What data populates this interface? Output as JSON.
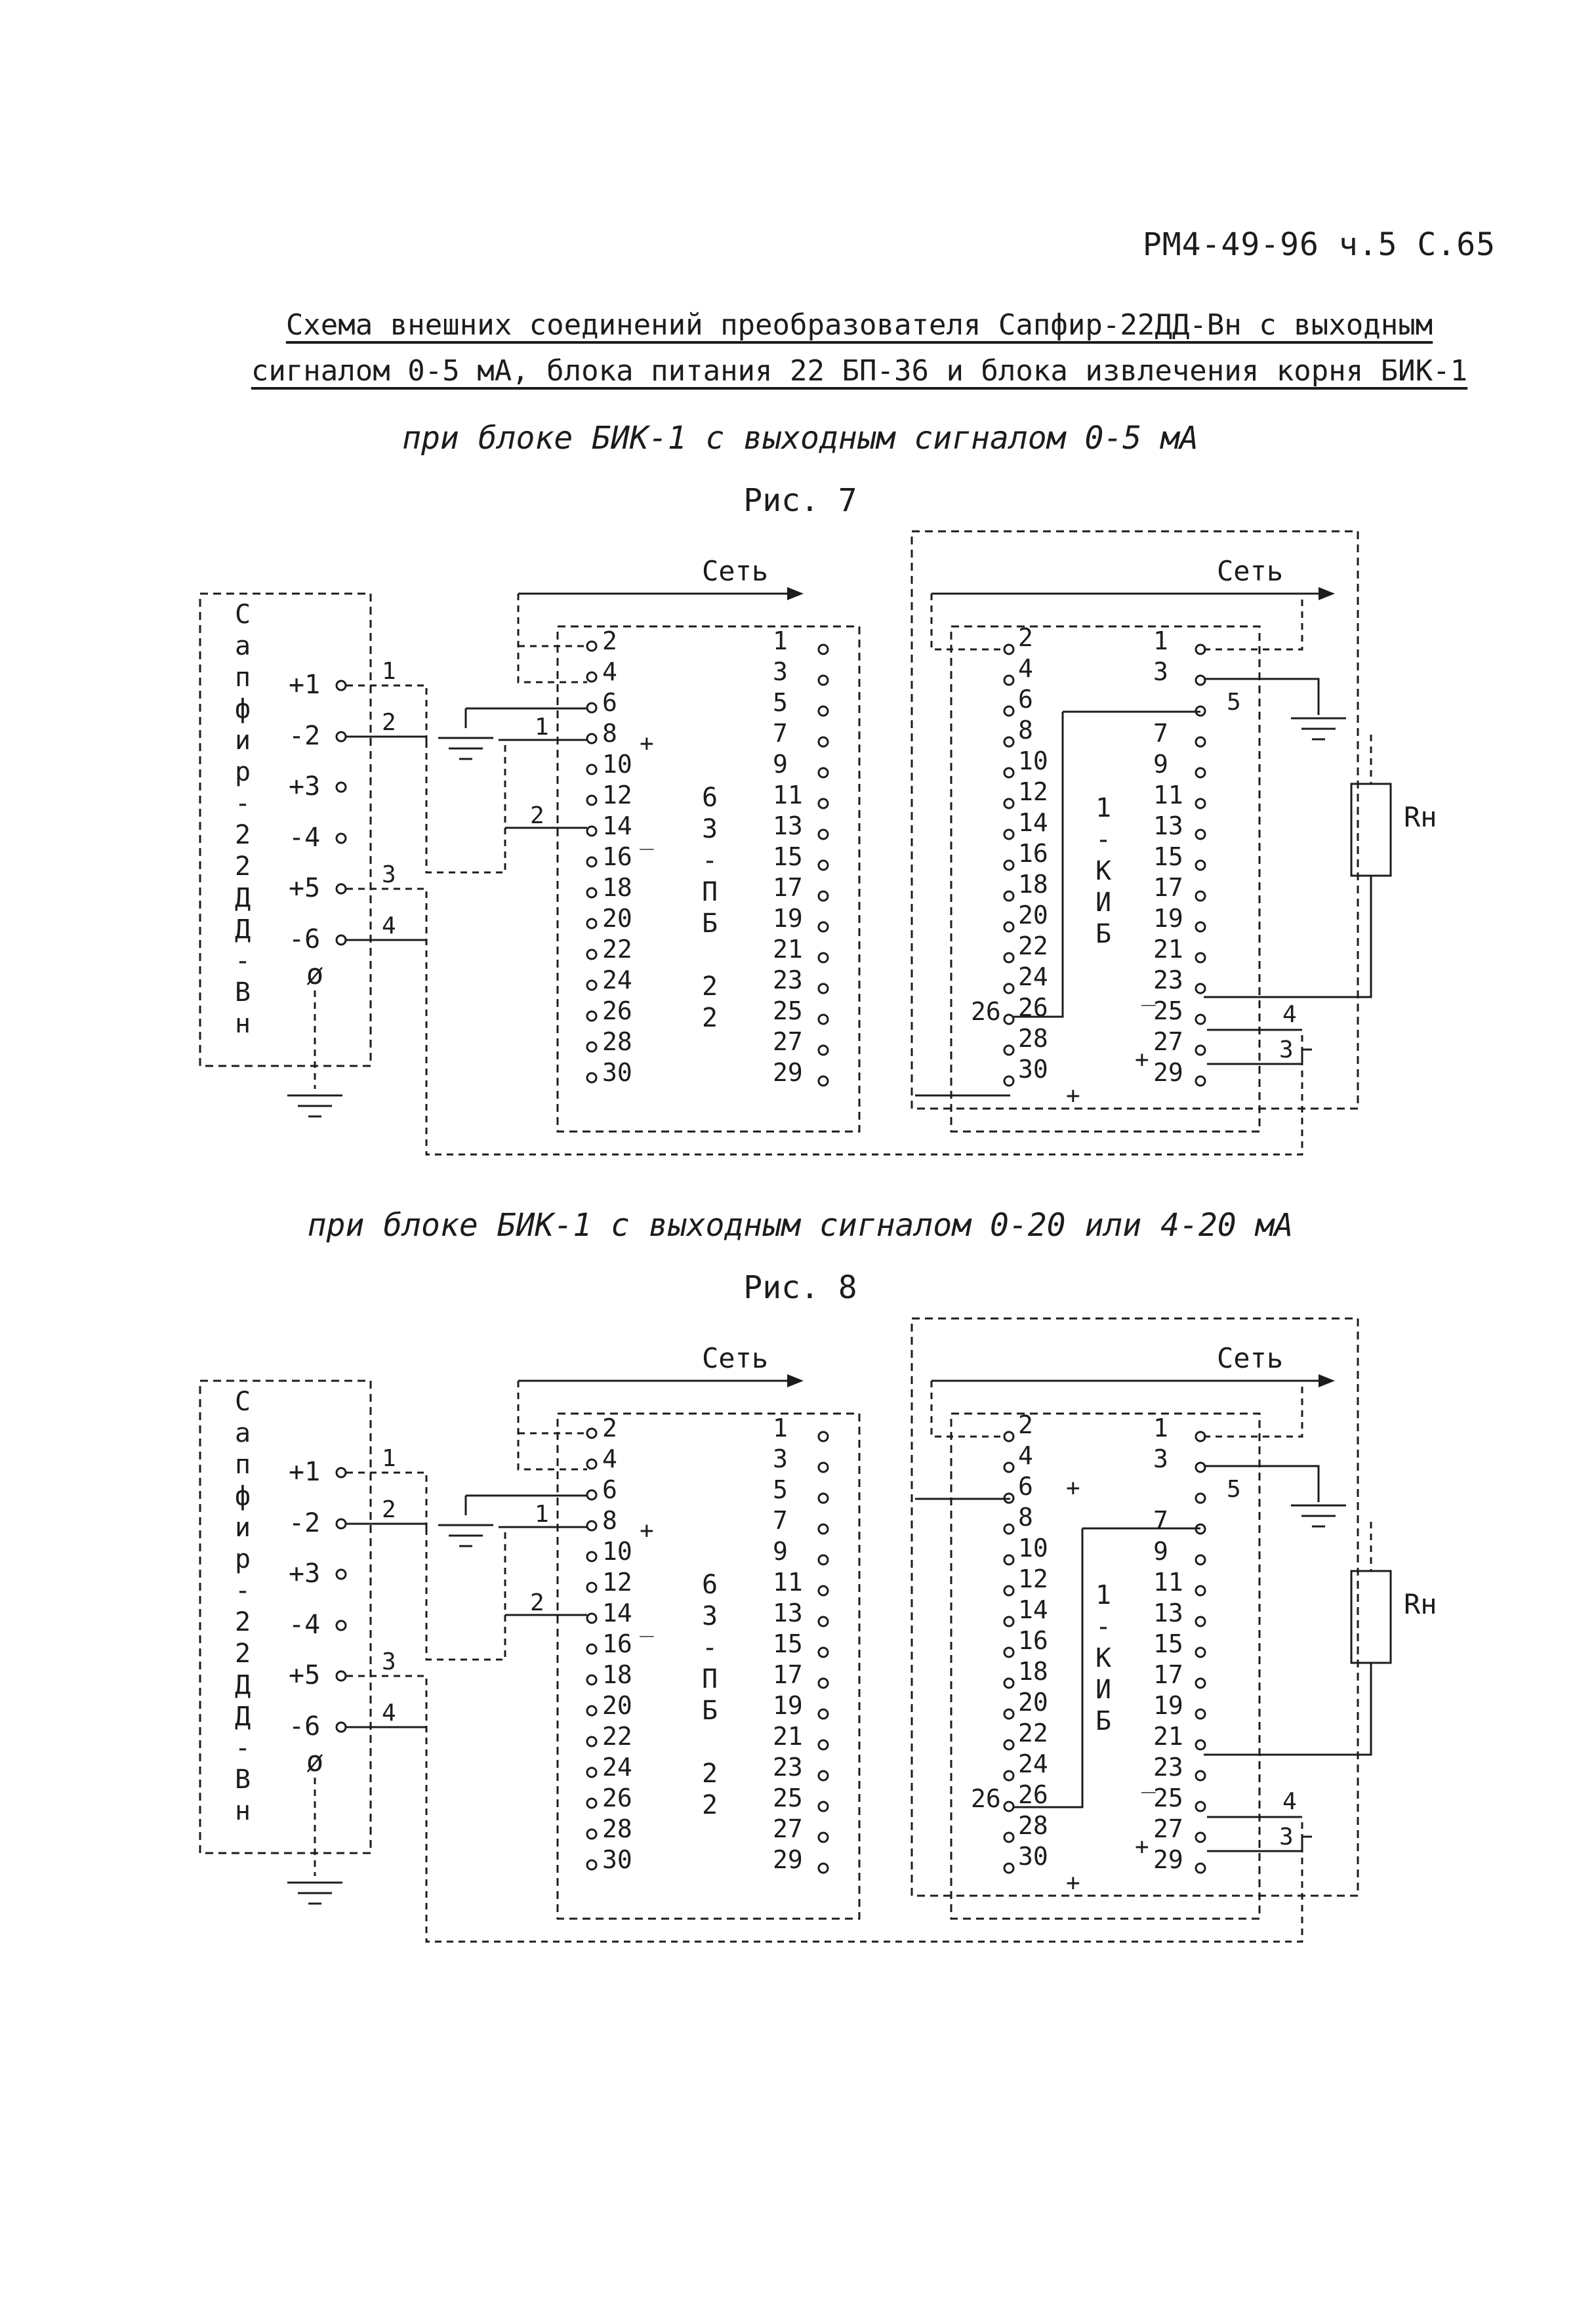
{
  "header": {
    "doc_ref": "РМ4-49-96 ч.5  С.65"
  },
  "title": {
    "line1": "Схема внешних соединений преобразователя Сапфир-22ДД-Вн с выходным",
    "line2": "сигналом 0-5 мА, блока питания 22 БП-36 и блока извлечения корня БИК-1"
  },
  "fig7": {
    "caption": "при блоке БИК-1 с выходным сигналом 0-5 мА",
    "label": "Рис. 7"
  },
  "fig8": {
    "caption": "при блоке БИК-1 с выходным сигналом 0-20 или 4-20 мА",
    "label": "Рис. 8"
  },
  "blocks": {
    "sensor_name": [
      "С",
      "а",
      "п",
      "ф",
      "и",
      "р",
      "-",
      "2",
      "2",
      "Д",
      "Д",
      "-",
      "В",
      "н"
    ],
    "psu_name": [
      "2",
      "2",
      "",
      "Б",
      "П",
      "-",
      "3",
      "6"
    ],
    "bik_name": [
      "1",
      "-",
      "К",
      "И",
      "Б"
    ]
  },
  "labels": {
    "net": "Сеть",
    "rn": "Rн",
    "sensor_terminals": [
      "+1",
      "-2",
      "+3",
      "-4",
      "+5",
      "-6"
    ],
    "ground_symbol": "ø",
    "wire_numbers": [
      "1",
      "2",
      "3",
      "4",
      "5"
    ]
  },
  "psu_left": [
    "2",
    "4",
    "6",
    "8",
    "10",
    "12",
    "14",
    "16",
    "18",
    "20",
    "22",
    "24",
    "26",
    "28",
    "30"
  ],
  "psu_right": [
    "1",
    "3",
    "5",
    "7",
    "9",
    "11",
    "13",
    "15",
    "17",
    "19",
    "21",
    "23",
    "25",
    "27",
    "29"
  ],
  "bik_left": [
    "2",
    "4",
    "6",
    "8",
    "10",
    "12",
    "14",
    "16",
    "18",
    "20",
    "22",
    "24",
    "26",
    "28",
    "30"
  ],
  "bik_right": [
    "1",
    "3",
    "",
    "7",
    "9",
    "11",
    "13",
    "15",
    "17",
    "19",
    "21",
    "23",
    "25",
    "27",
    "29"
  ]
}
